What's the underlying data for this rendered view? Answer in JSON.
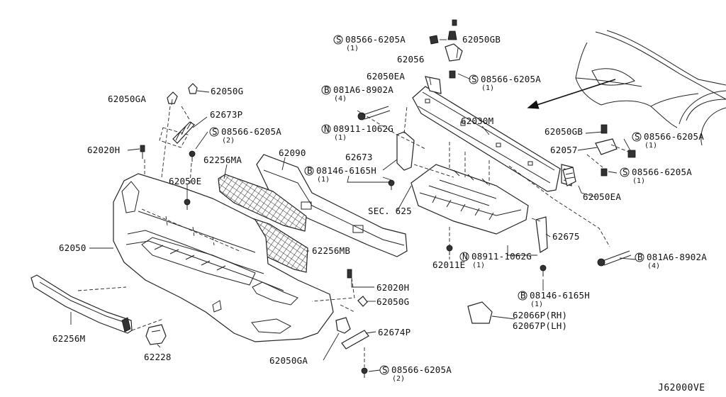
{
  "diagram": {
    "code": "J62000VE",
    "labels": [
      {
        "id": "l1",
        "text": "08566-6205A",
        "qty": "(1)",
        "prefix": "S"
      },
      {
        "id": "l2",
        "text": "62050GB"
      },
      {
        "id": "l3",
        "text": "62056"
      },
      {
        "id": "l4",
        "text": "62050EA"
      },
      {
        "id": "l5",
        "text": "08566-6205A",
        "qty": "(1)",
        "prefix": "S"
      },
      {
        "id": "l6",
        "text": "081A6-8902A",
        "qty": "(4)",
        "prefix": "B"
      },
      {
        "id": "l7",
        "text": "62050GA"
      },
      {
        "id": "l8",
        "text": "62050G"
      },
      {
        "id": "l9",
        "text": "62673P"
      },
      {
        "id": "l10",
        "text": "08566-6205A",
        "qty": "(2)",
        "prefix": "S"
      },
      {
        "id": "l11",
        "text": "08911-1062G",
        "qty": "(1)",
        "prefix": "N"
      },
      {
        "id": "l12",
        "text": "62030M"
      },
      {
        "id": "l13",
        "text": "62050GB"
      },
      {
        "id": "l14",
        "text": "08566-6205A",
        "qty": "(1)",
        "prefix": "S"
      },
      {
        "id": "l15",
        "text": "62020H"
      },
      {
        "id": "l16",
        "text": "62256MA"
      },
      {
        "id": "l17",
        "text": "62090"
      },
      {
        "id": "l18",
        "text": "62673"
      },
      {
        "id": "l19",
        "text": "62057"
      },
      {
        "id": "l20",
        "text": "08146-6165H",
        "qty": "(1)",
        "prefix": "B"
      },
      {
        "id": "l21",
        "text": "08566-6205A",
        "qty": "(1)",
        "prefix": "S"
      },
      {
        "id": "l22",
        "text": "62050E"
      },
      {
        "id": "l23",
        "text": "62050EA"
      },
      {
        "id": "l24",
        "text": "SEC. 625"
      },
      {
        "id": "l25",
        "text": "62050"
      },
      {
        "id": "l26",
        "text": "62675"
      },
      {
        "id": "l27",
        "text": "62256MB"
      },
      {
        "id": "l28",
        "text": "62011E"
      },
      {
        "id": "l29",
        "text": "08911-1062G",
        "qty": "(1)",
        "prefix": "N"
      },
      {
        "id": "l30",
        "text": "081A6-8902A",
        "qty": "(4)",
        "prefix": "B"
      },
      {
        "id": "l31",
        "text": "62020H"
      },
      {
        "id": "l32",
        "text": "08146-6165H",
        "qty": "(1)",
        "prefix": "B"
      },
      {
        "id": "l33",
        "text": "62050G"
      },
      {
        "id": "l34",
        "text": "62066P(RH)"
      },
      {
        "id": "l35",
        "text": "62067P(LH)"
      },
      {
        "id": "l36",
        "text": "62256M"
      },
      {
        "id": "l37",
        "text": "62674P"
      },
      {
        "id": "l38",
        "text": "62228"
      },
      {
        "id": "l39",
        "text": "62050GA"
      },
      {
        "id": "l40",
        "text": "08566-6205A",
        "qty": "(2)",
        "prefix": "S"
      }
    ]
  }
}
